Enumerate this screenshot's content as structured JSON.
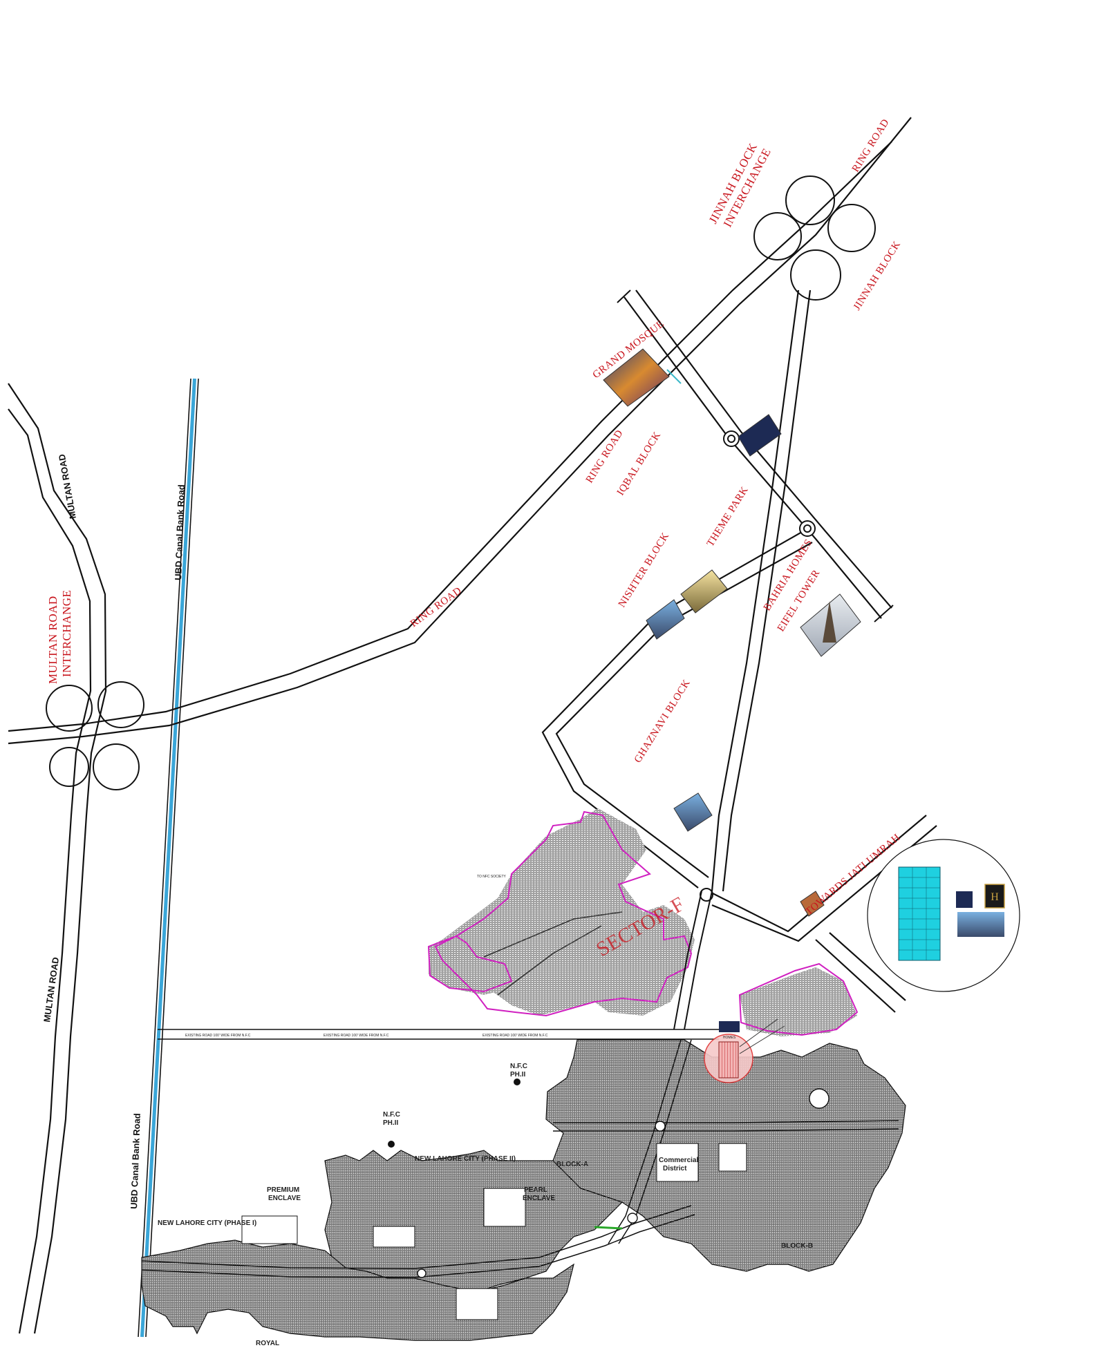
{
  "roads": {
    "multan_road_top": "MULTAN ROAD",
    "multan_road_bottom": "MULTAN ROAD",
    "ubd_canal_top": "UBD Canal Bank Road",
    "ubd_canal_bottom": "UBD Canal Bank Road",
    "ring_road_left": "RING ROAD",
    "ring_road_mid": "RING ROAD",
    "ring_road_top": "RING ROAD",
    "existing_road": "EXISTING ROAD 100' WIDE FROM N.F.C",
    "towards_jati_umrah": "TOWARDS JATI UMRAH",
    "to_nfc": "TO NFC SOCIETY"
  },
  "interchanges": {
    "multan_line1": "MULTAN ROAD",
    "multan_line2": "INTERCHANGE",
    "jinnah_line1": "JINNAH BLOCK",
    "jinnah_line2": "INTERCHANGE"
  },
  "blocks": {
    "jinnah": "JINNAH BLOCK",
    "iqbal": "IQBAL BLOCK",
    "theme_park": "THEME PARK",
    "nishter": "NISHTER BLOCK",
    "bahria_homes": "BAHRIA HOMES",
    "eifel_tower": "EIFEL TOWER",
    "ghaznavi": "GHAZNAVI BLOCK",
    "grand_mosque": "GRAND MOSQUE",
    "sector_f": "SECTOR-F"
  },
  "lower_map": {
    "nfc_ph2_a_l1": "N.F.C",
    "nfc_ph2_a_l2": "PH.II",
    "nfc_ph2_b_l1": "N.F.C",
    "nfc_ph2_b_l2": "PH.II",
    "new_lahore_phase2": "NEW LAHORE CITY  (PHASE II)",
    "new_lahore_phase1": "NEW LAHORE CITY  (PHASE I)",
    "premium_enclave_l1": "PREMIUM",
    "premium_enclave_l2": "ENCLAVE",
    "pearl_enclave_l1": "PEARL",
    "pearl_enclave_l2": "ENCLAVE",
    "block_a": "BLOCK-A",
    "block_b": "BLOCK-B",
    "commercial_l1": "Commercial",
    "commercial_l2": "District",
    "royal": "ROYAL"
  },
  "colors": {
    "label_red": "#c8141c",
    "canal_blue": "#3aa6d8",
    "sector_magenta": "#d020c0",
    "highlight_red": "#e03030",
    "inset_cyan": "#1fd0e0"
  }
}
